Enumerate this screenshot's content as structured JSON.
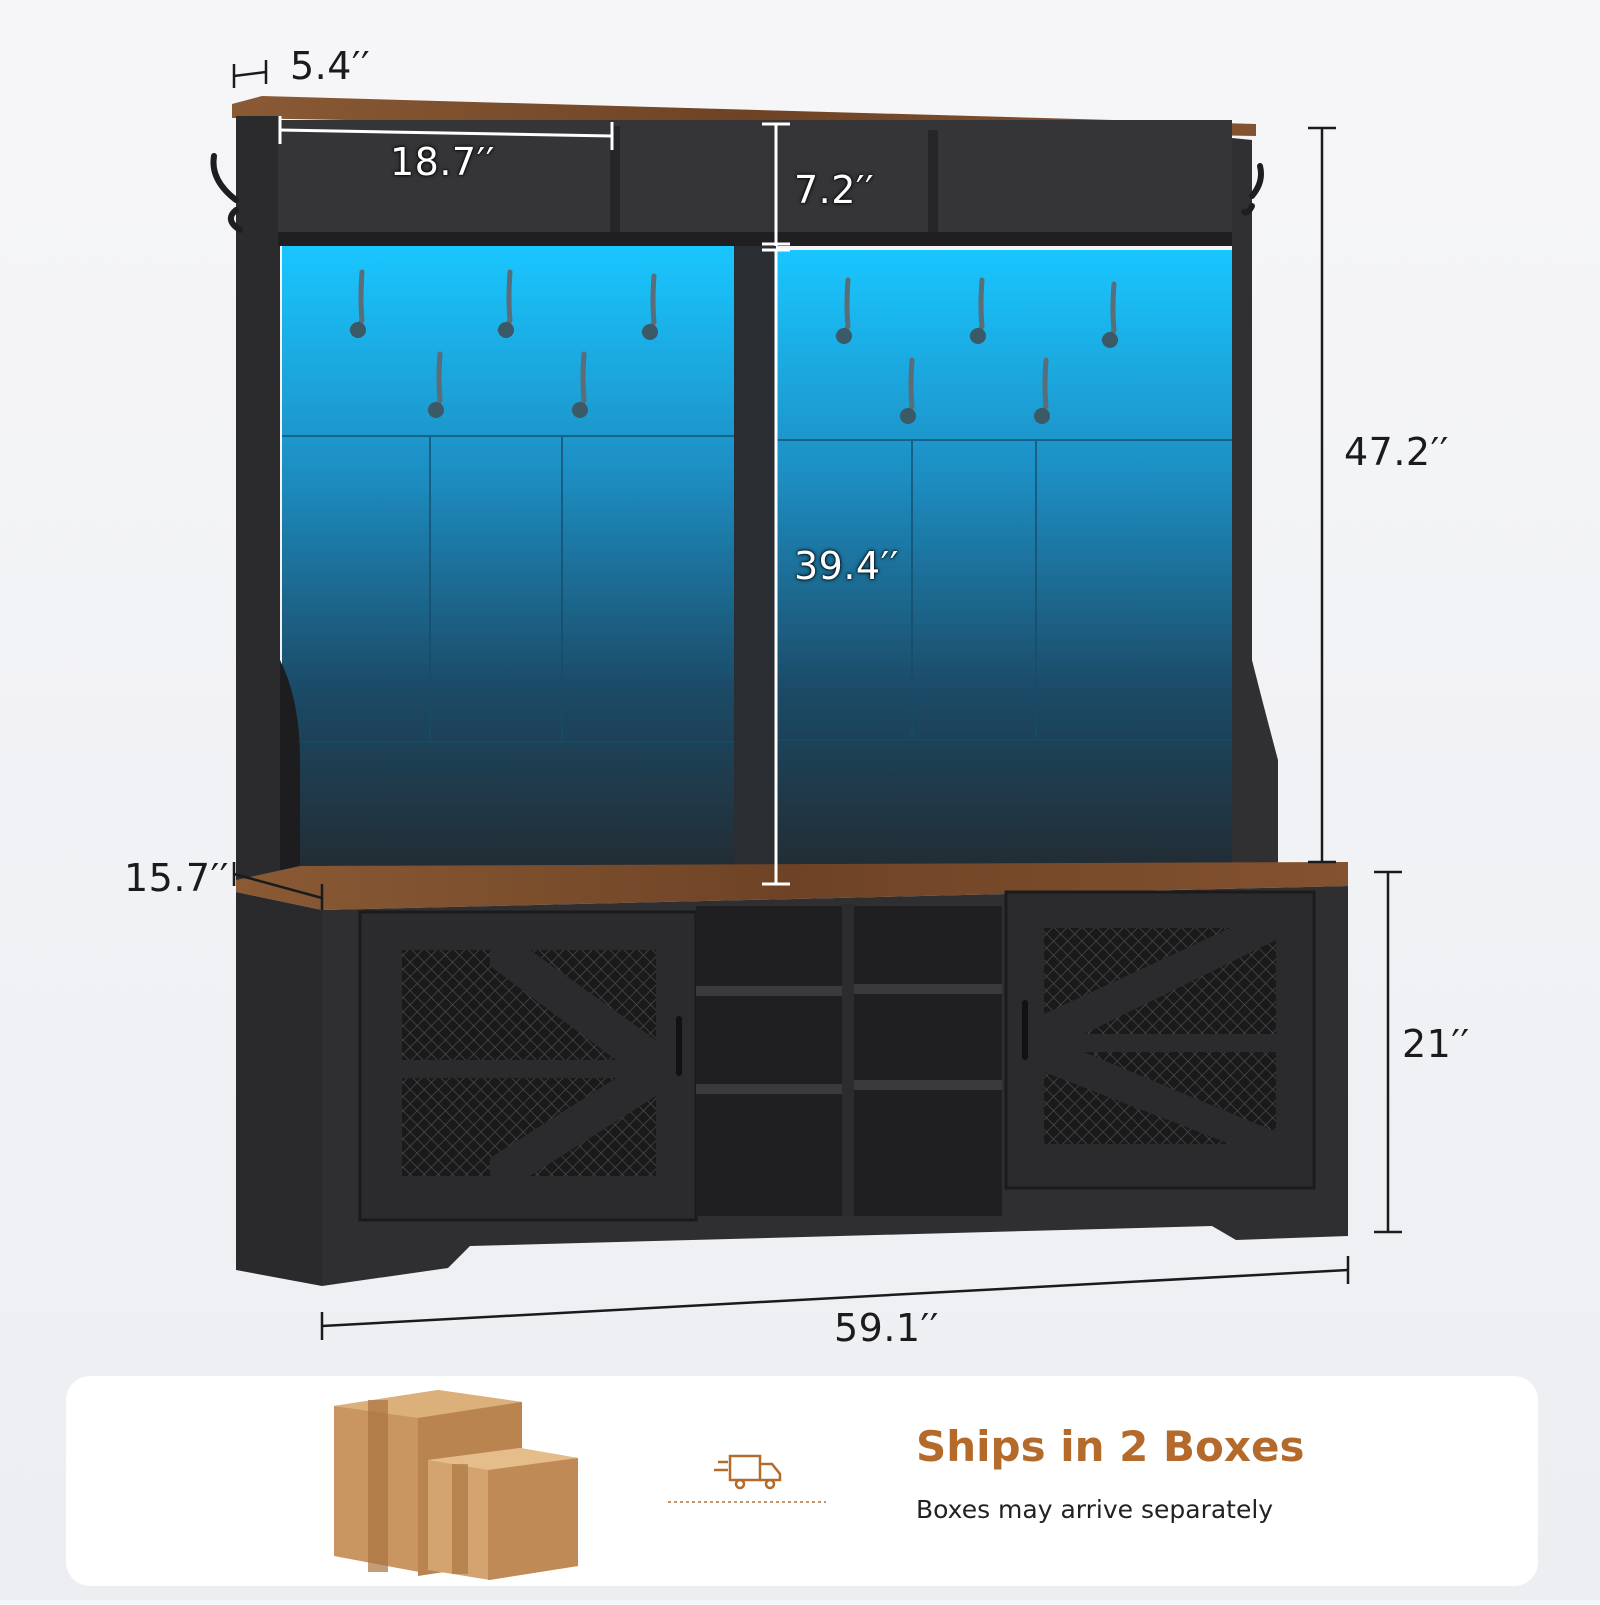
{
  "dimensions": {
    "top_depth": "5.4′′",
    "cubby_width": "18.7′′",
    "cubby_height": "7.2′′",
    "hook_area_height": "39.4′′",
    "total_upper_height": "47.2′′",
    "bench_depth": "15.7′′",
    "bench_height": "21′′",
    "total_width": "59.1′′"
  },
  "shipping": {
    "title": "Ships in 2 Boxes",
    "subtitle": "Boxes may arrive separately"
  },
  "icons": [
    "dimension-arrow-icon",
    "recycle-icon",
    "delivery-truck-icon"
  ],
  "colors": {
    "wood_top": "#7a4a2a",
    "cabinet_black": "#2a2a2c",
    "led_blue": "#19b8f0",
    "accent_orange": "#b36a2a",
    "box_cardboard": "#d6a873"
  }
}
